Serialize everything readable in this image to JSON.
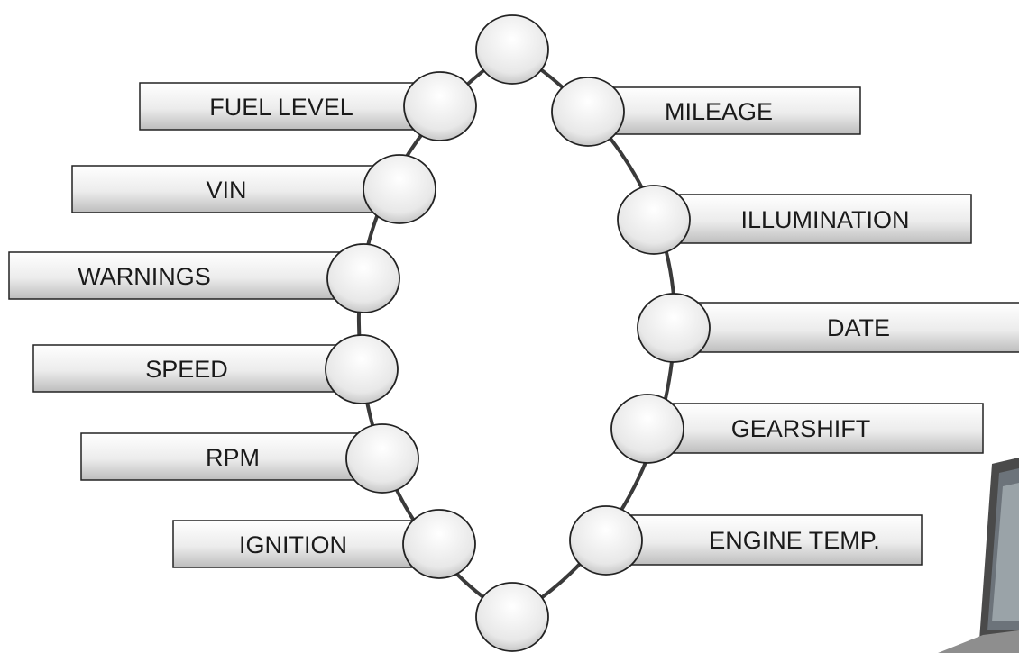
{
  "diagram": {
    "labels": {
      "fuel_level": "FUEL LEVEL",
      "vin": "VIN",
      "warnings": "WARNINGS",
      "speed": "SPEED",
      "rpm": "RPM",
      "ignition": "IGNITION",
      "mileage": "MILEAGE",
      "illumination": "ILLUMINATION",
      "date": "DATE",
      "gearshift": "GEARSHIFT",
      "engine_temp": "ENGINE TEMP."
    },
    "colors": {
      "box_fill_light": "#ffffff",
      "box_fill_dark": "#cfcfcf",
      "outline": "#222222",
      "ring_line": "#3a3a3a"
    }
  }
}
